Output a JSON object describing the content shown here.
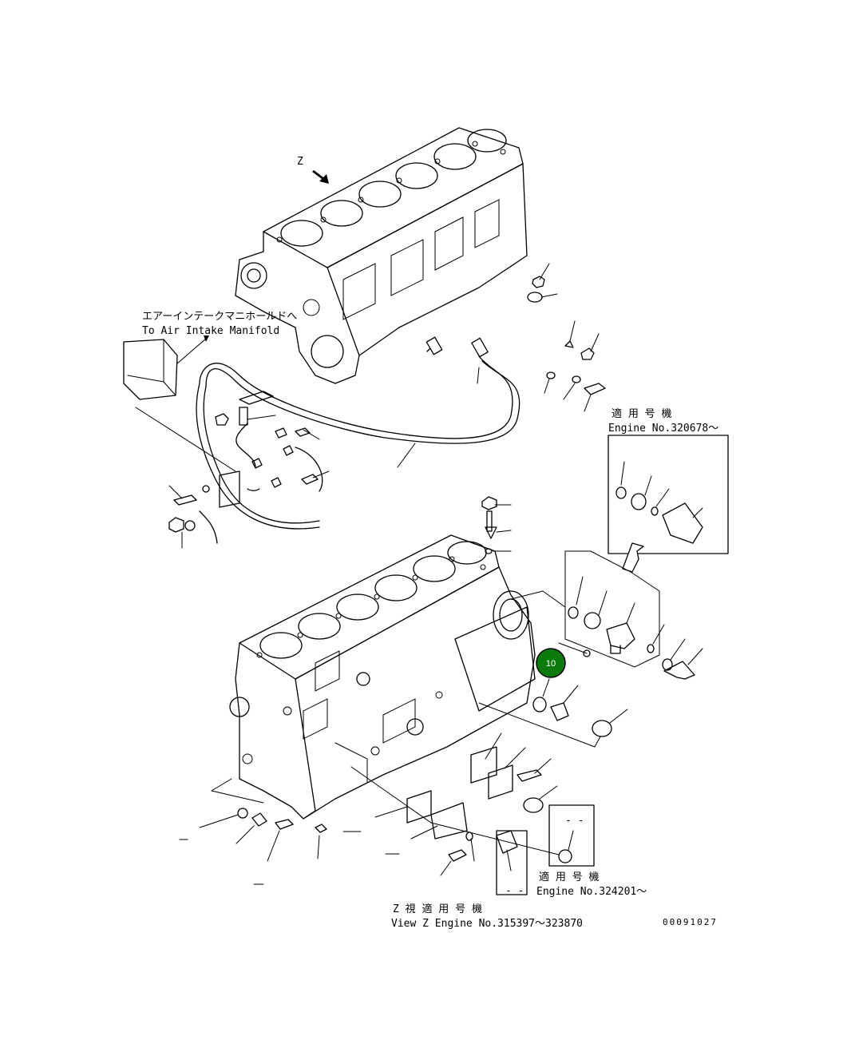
{
  "view_marker": "Z",
  "route_label_jp": "エアーインテークマニホールドへ",
  "route_label_en": "To Air Intake Manifold",
  "serial_box_top": {
    "jp": "適 用 号 機",
    "en": "Engine No.320678～"
  },
  "serial_box_bottom": {
    "jp": "適 用 号 機",
    "en": "Engine No.324201～"
  },
  "view_z_caption": {
    "jp": "Z 視  適 用 号 機",
    "en": "View Z  Engine No.315397～323870"
  },
  "drawing_number": "00091027",
  "callout": {
    "label": "10",
    "color": "#0a7a0a"
  },
  "dash_marks": [
    "- -",
    "- -"
  ]
}
